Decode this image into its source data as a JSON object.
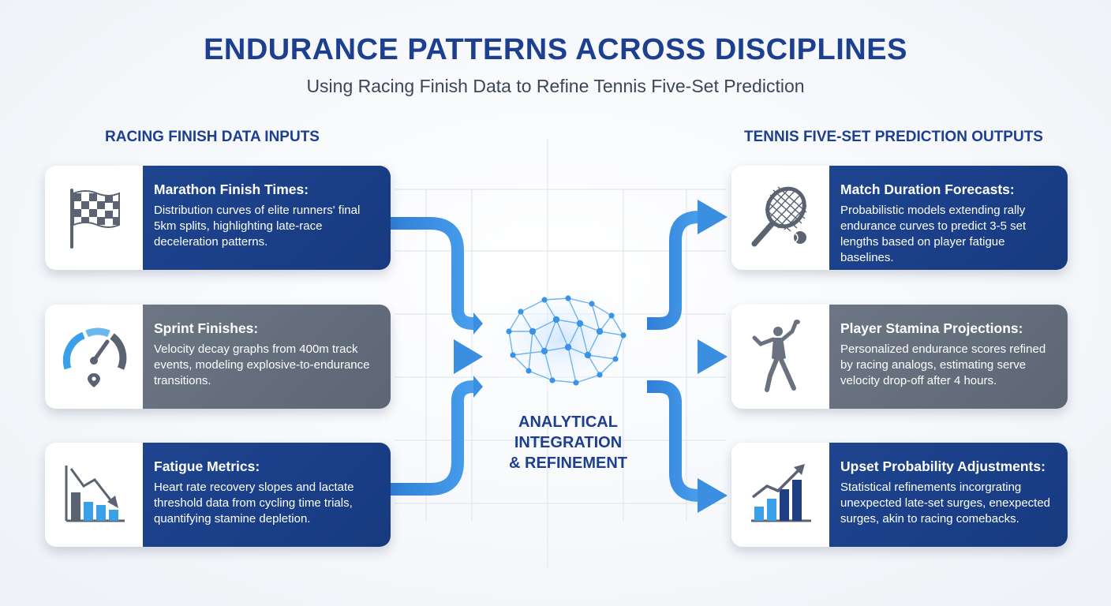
{
  "header": {
    "title": "ENDURANCE PATTERNS ACROSS DISCIPLINES",
    "subtitle": "Using Racing Finish Data to Refine Tennis Five-Set Prediction"
  },
  "left": {
    "heading": "RACING FINISH DATA INPUTS",
    "cards": [
      {
        "title": "Marathon Finish Times:",
        "desc": "Distribution curves of elite runners' final 5km splits, highlighting late-race deceleration patterns.",
        "icon": "checkered-flag-icon",
        "style": "blue"
      },
      {
        "title": "Sprint Finishes:",
        "desc": "Velocity decay graphs from 400m track events, modeling explosive-to-endurance transitions.",
        "icon": "speedometer-icon",
        "style": "gray"
      },
      {
        "title": "Fatigue Metrics:",
        "desc": "Heart rate recovery slopes and lactate threshold data from cycling time trials, quantifying stamine depletion.",
        "icon": "declining-bar-chart-icon",
        "style": "blue"
      }
    ]
  },
  "center": {
    "label_line1": "ANALYTICAL",
    "label_line2": "INTEGRATION",
    "label_line3": "& REFINEMENT",
    "icon": "neural-brain-icon"
  },
  "right": {
    "heading": "TENNIS FIVE-SET PREDICTION OUTPUTS",
    "cards": [
      {
        "title": "Match Duration Forecasts:",
        "desc": "Probabilistic models extending rally endurance curves to predict 3-5 set lengths based on player fatigue baselines.",
        "icon": "tennis-racket-icon",
        "style": "blue"
      },
      {
        "title": "Player Stamina Projections:",
        "desc": "Personalized endurance scores refined by racing analogs, estimating serve velocity drop-off after 4 hours.",
        "icon": "tennis-player-icon",
        "style": "gray"
      },
      {
        "title": "Upset Probability Adjustments:",
        "desc": "Statistical refinements incorgrating unexpected late-set surges, enexpected surges, akin to racing comebacks.",
        "icon": "rising-bar-chart-icon",
        "style": "blue"
      }
    ]
  },
  "colors": {
    "navy": "#1d3f8f",
    "card_blue": "#1f4590",
    "card_gray": "#6d7685",
    "arrow_blue": "#3b8fe0"
  }
}
